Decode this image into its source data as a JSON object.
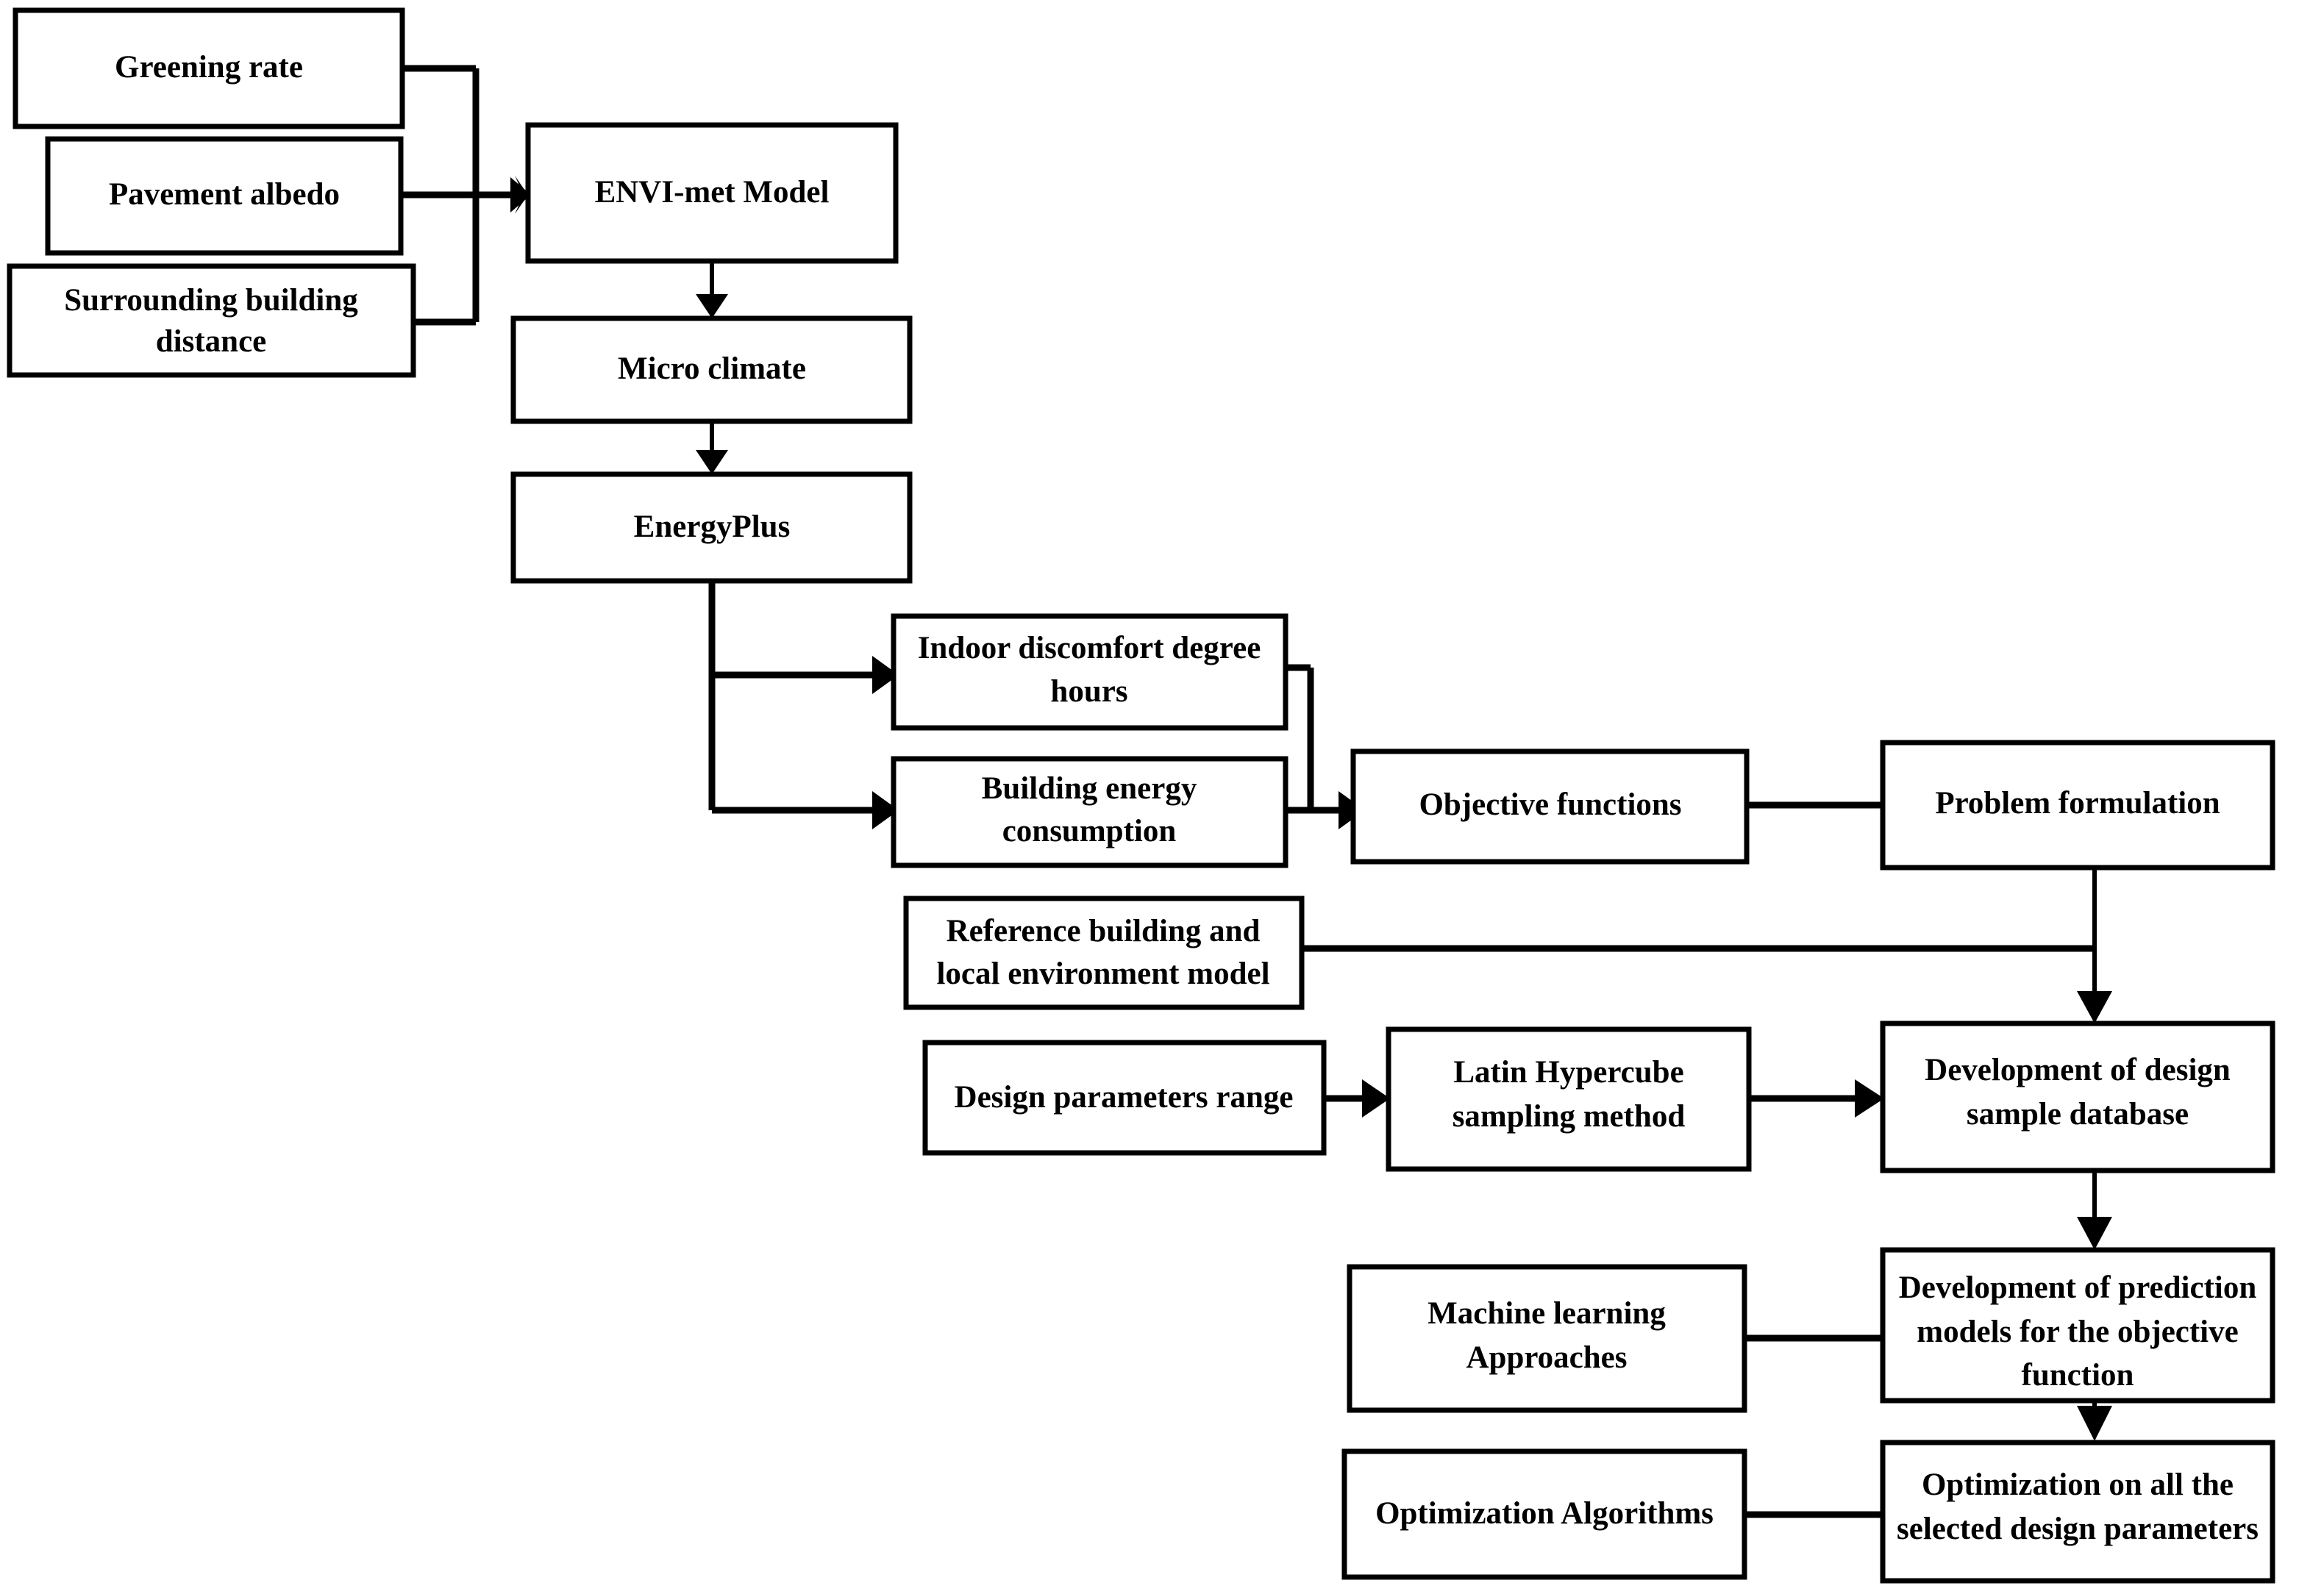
{
  "diagram": {
    "title": "Research methodology flowchart",
    "background_color": "#ffffff",
    "line_color": "#000000",
    "box_fill": "#ffffff",
    "nodes": {
      "greening_rate": {
        "label": "Greening rate"
      },
      "pavement_albedo": {
        "label": "Pavement albedo"
      },
      "surrounding_building_distance": {
        "label_line1": "Surrounding building",
        "label_line2": "distance"
      },
      "envi_met_model": {
        "label": "ENVI-met Model"
      },
      "micro_climate": {
        "label": "Micro climate"
      },
      "energy_plus": {
        "label": "EnergyPlus"
      },
      "indoor_discomfort": {
        "label_line1": "Indoor discomfort degree",
        "label_line2": "hours"
      },
      "building_energy": {
        "label_line1": "Building energy",
        "label_line2": "consumption"
      },
      "objective_functions": {
        "label": "Objective functions"
      },
      "problem_formulation": {
        "label": "Problem formulation"
      },
      "reference_building": {
        "label_line1": "Reference building and",
        "label_line2": "local environment model"
      },
      "design_parameters_range": {
        "label": "Design parameters range"
      },
      "latin_hypercube": {
        "label_line1": "Latin Hypercube",
        "label_line2": "sampling method"
      },
      "design_sample_database": {
        "label_line1": "Development of design",
        "label_line2": "sample database"
      },
      "machine_learning": {
        "label_line1": "Machine learning",
        "label_line2": "Approaches"
      },
      "prediction_models": {
        "label_line1": "Development of prediction",
        "label_line2": "models for the objective",
        "label_line3": "function"
      },
      "optimization_algorithms": {
        "label": "Optimization Algorithms"
      },
      "optimization_selected": {
        "label_line1": "Optimization on all the",
        "label_line2": "selected design parameters"
      }
    }
  }
}
